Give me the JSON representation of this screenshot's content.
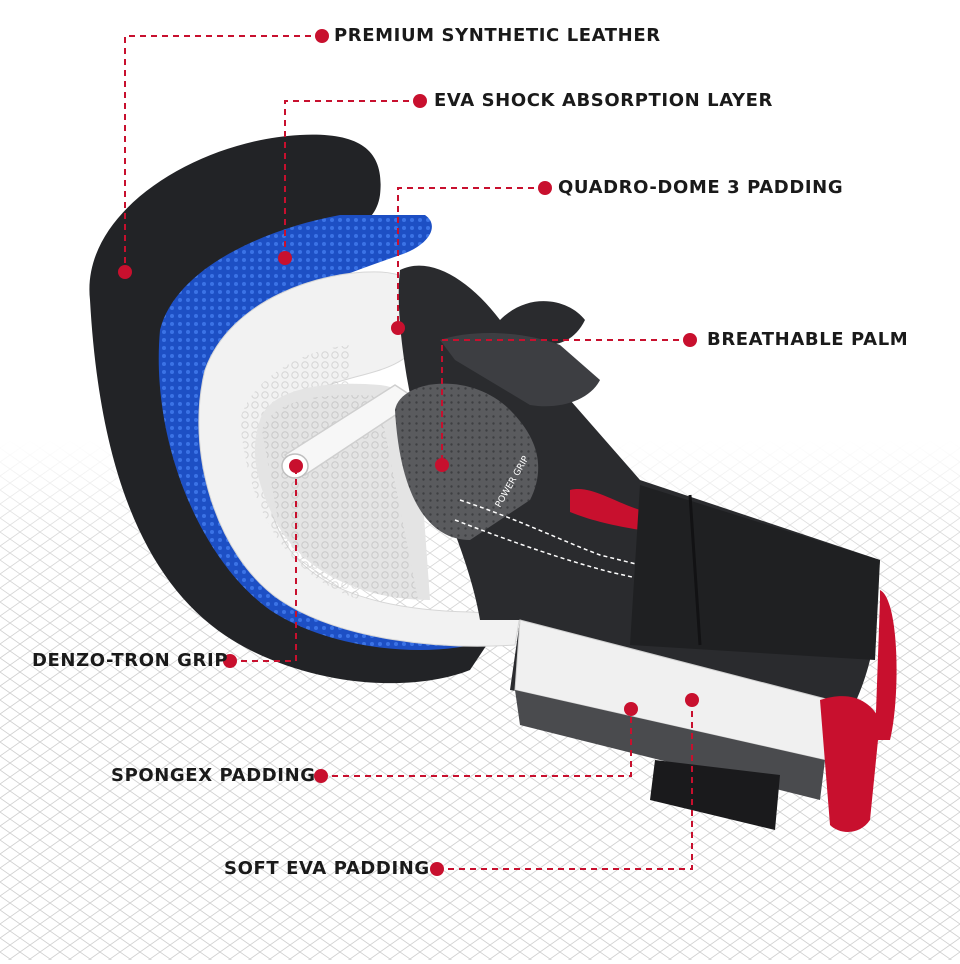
{
  "brand_text": "POWER GRIP",
  "callouts": [
    {
      "id": "premium-synthetic-leather",
      "label": "PREMIUM SYNTHETIC LEATHER"
    },
    {
      "id": "eva-shock-absorption-layer",
      "label": "EVA SHOCK ABSORPTION LAYER"
    },
    {
      "id": "quadro-dome-3-padding",
      "label": "QUADRO-DOME 3 PADDING"
    },
    {
      "id": "breathable-palm",
      "label": "BREATHABLE PALM"
    },
    {
      "id": "denzo-tron-grip",
      "label": "DENZO-TRON GRIP"
    },
    {
      "id": "spongex-padding",
      "label": "SPONGEX PADDING"
    },
    {
      "id": "soft-eva-padding",
      "label": "SOFT EVA PADDING"
    }
  ],
  "colors": {
    "accent": "#c8102e",
    "glove_shell": "#1e1f21",
    "blue_layer": "#1d4fc4",
    "foam": "#f2f2f2",
    "background": "#ffffff"
  }
}
